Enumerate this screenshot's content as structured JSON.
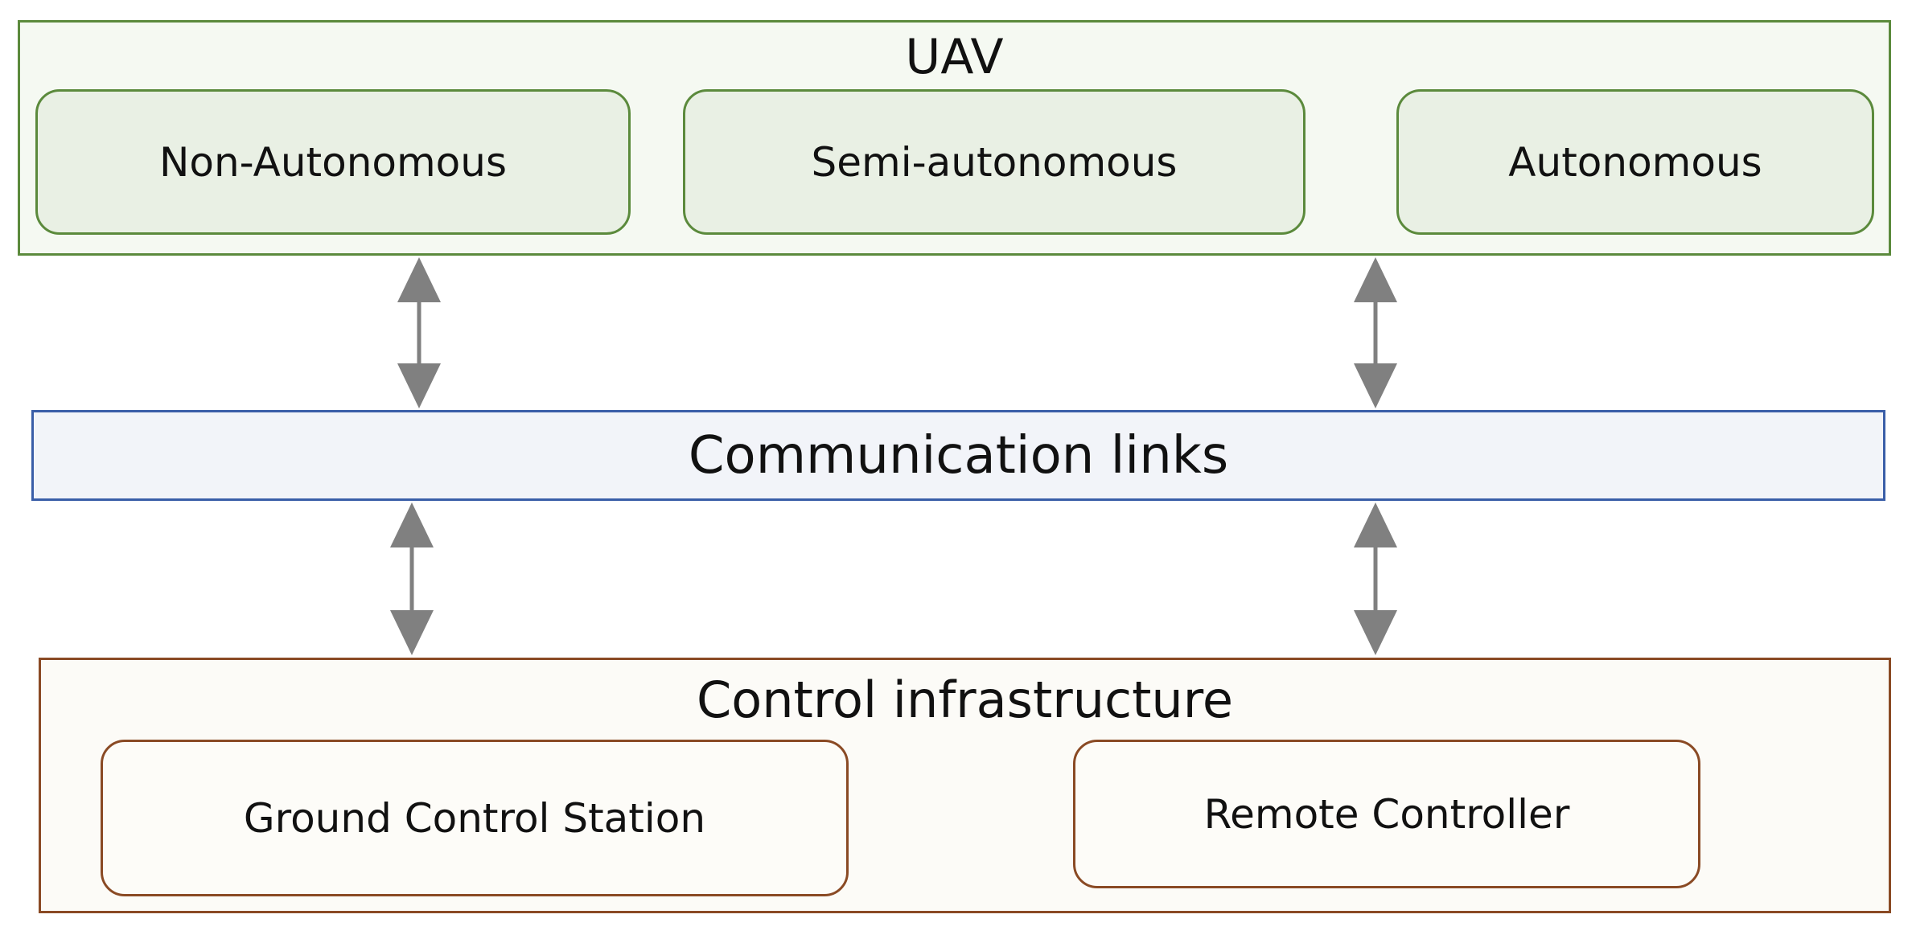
{
  "diagram": {
    "uav": {
      "title": "UAV",
      "types": [
        {
          "label": "Non-Autonomous"
        },
        {
          "label": "Semi-autonomous"
        },
        {
          "label": "Autonomous"
        }
      ]
    },
    "communication": {
      "label": "Communication links"
    },
    "control": {
      "title": "Control infrastructure",
      "components": [
        {
          "label": "Ground Control Station"
        },
        {
          "label": "Remote Controller"
        }
      ]
    },
    "colors": {
      "uav_border": "#5b8a3c",
      "uav_fill": "#e9f0e4",
      "comm_border": "#3a5ea8",
      "comm_fill": "#f2f4f9",
      "control_border": "#8a4a24",
      "arrow": "#808080"
    }
  }
}
